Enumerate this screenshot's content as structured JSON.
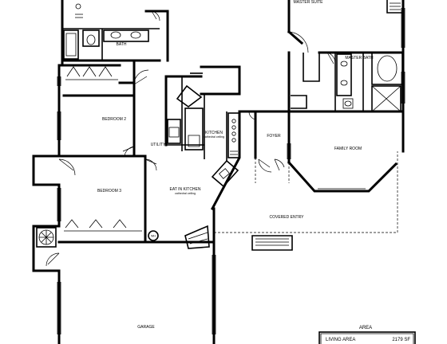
{
  "rooms": {
    "master_suite": "MASTER SUITE",
    "bath": "BATH",
    "master_bath": "MASTER BATH",
    "bedroom_2": "BEDROOM 2",
    "bedroom_3": "BEDROOM 3",
    "kitchen": "KITCHEN",
    "kitchen_note": "cathedral ceiling",
    "utility": "UTILITY",
    "foyer": "FOYER",
    "family_room": "FAMILY ROOM",
    "eat_in_kitchen": "EAT IN KITCHEN",
    "eat_in_note": "cathedral ceiling",
    "covered_entry": "COVERED ENTRY",
    "garage": "GARAGE",
    "water_heater": "WH"
  },
  "area_table": {
    "title": "AREA",
    "living_area_label": "LIVING AREA",
    "living_area_value": "2179 SF"
  }
}
